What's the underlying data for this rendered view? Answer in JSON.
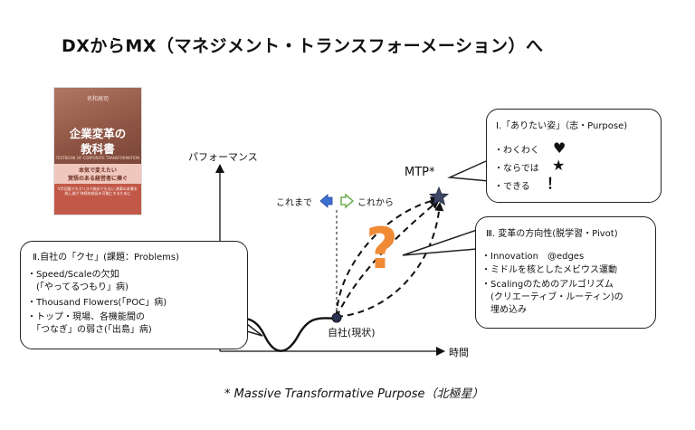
{
  "title": "DXからMX（マネジメント・トランスフォーメーション）へ",
  "book": {
    "author": "名和高司",
    "title_line1": "企業変革の",
    "title_line2": "教科書",
    "subtitle": "TEXTBOOK OF CORPORATE TRANSFORMATION",
    "band_line1": "本気で変えたい",
    "band_line2": "覚悟のある経営者に捧ぐ",
    "blurb": "V字回復でもカリスマ依存でもない 改革の本質を成し遂げ 持続的成長を可能にするために"
  },
  "box_problems": {
    "header": "Ⅱ.自社の「クセ」(課題：Problems)",
    "items": [
      "・Speed/Scaleの欠如",
      "　(「やってるつもり」病)",
      "・Thousand Flowers(「POC」病)",
      "・トップ・現場、各機能間の",
      "　「つなぎ」の弱さ(「出島」病)"
    ]
  },
  "box_purpose": {
    "header": "Ⅰ.「ありたい姿」（志・Purpose)",
    "items": [
      {
        "text": "・わくわく",
        "mark": "♥"
      },
      {
        "text": "・ならでは",
        "mark": "★"
      },
      {
        "text": "・できる",
        "mark": "！"
      }
    ]
  },
  "box_pivot": {
    "header": "Ⅲ. 変革の方向性(脱学習・Pivot)",
    "items": [
      "・Innovation　@edges",
      "・ミドルを核としたメビウス運動",
      "・Scalingのためのアルゴリズム",
      "　(クリエーティブ・ルーティン)の",
      "　埋め込み"
    ]
  },
  "diagram": {
    "y_axis_label": "パフォーマンス",
    "x_axis_label": "時間",
    "mtp_label": "MTP*",
    "current_label": "自社(現状)",
    "before_label": "これまで",
    "after_label": "これから",
    "question_mark": "?"
  },
  "footnote": "* Massive Transformative Purpose（北極星）",
  "colors": {
    "question": "#f08a34",
    "arrow_blue": "#3b6fd0",
    "arrow_green": "#6fae4f",
    "star": "#3d4666",
    "dot": "#2a3452"
  }
}
